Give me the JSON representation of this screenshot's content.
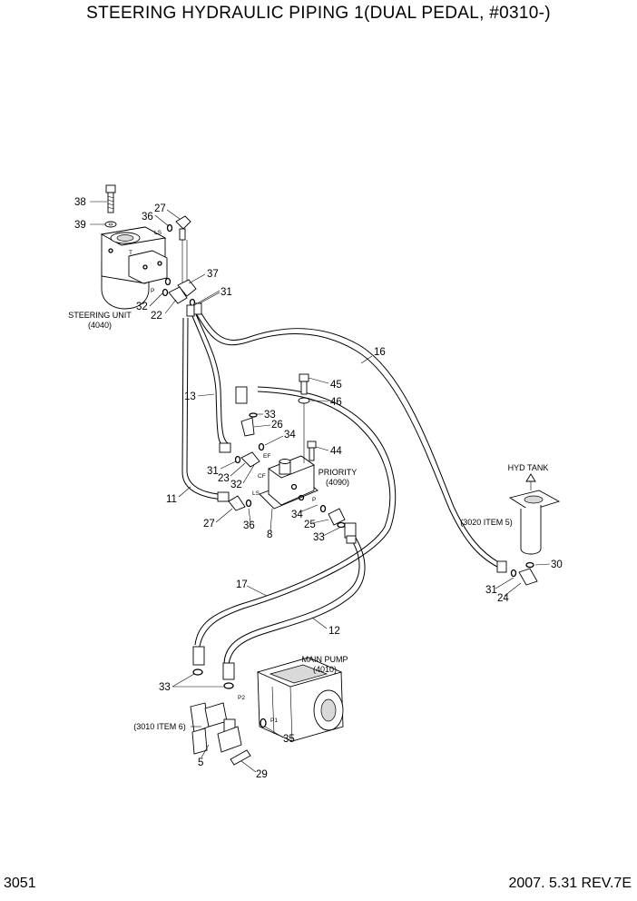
{
  "header": {
    "title": "STEERING HYDRAULIC PIPING 1(DUAL PEDAL, #0310-)"
  },
  "footer": {
    "page_number": "3051",
    "revision": "2007. 5.31  REV.7E"
  },
  "labels": {
    "steering_unit": "STEERING UNIT",
    "steering_unit_ref": "(4040)",
    "priority": "PRIORITY",
    "priority_ref": "(4090)",
    "hyd_tank": "HYD TANK",
    "hyd_tank_ref": "(3020 ITEM 5)",
    "main_pump": "MAIN PUMP",
    "main_pump_ref": "(4010)",
    "block_ref": "(3010 ITEM 6)"
  },
  "port_labels": {
    "ls_top": "LS",
    "p_top": "P",
    "t_top": "T",
    "ef": "EF",
    "cf": "CF",
    "ls_mid": "LS",
    "p_mid": "P",
    "p1": "P1",
    "p2": "P2"
  },
  "callouts": {
    "c38": "38",
    "c39": "39",
    "c36a": "36",
    "c27a": "27",
    "c37": "37",
    "c31a": "31",
    "c32a": "32",
    "c22": "22",
    "c16": "16",
    "c45": "45",
    "c46": "46",
    "c13": "13",
    "c33a": "33",
    "c26": "26",
    "c34a": "34",
    "c44": "44",
    "c31b": "31",
    "c23": "23",
    "c32b": "32",
    "c11": "11",
    "c27b": "27",
    "c36b": "36",
    "c8": "8",
    "c34b": "34",
    "c25": "25",
    "c33b": "33",
    "c30": "30",
    "c31c": "31",
    "c24": "24",
    "c17": "17",
    "c12": "12",
    "c33c": "33",
    "c5": "5",
    "c35": "35",
    "c29": "29"
  }
}
